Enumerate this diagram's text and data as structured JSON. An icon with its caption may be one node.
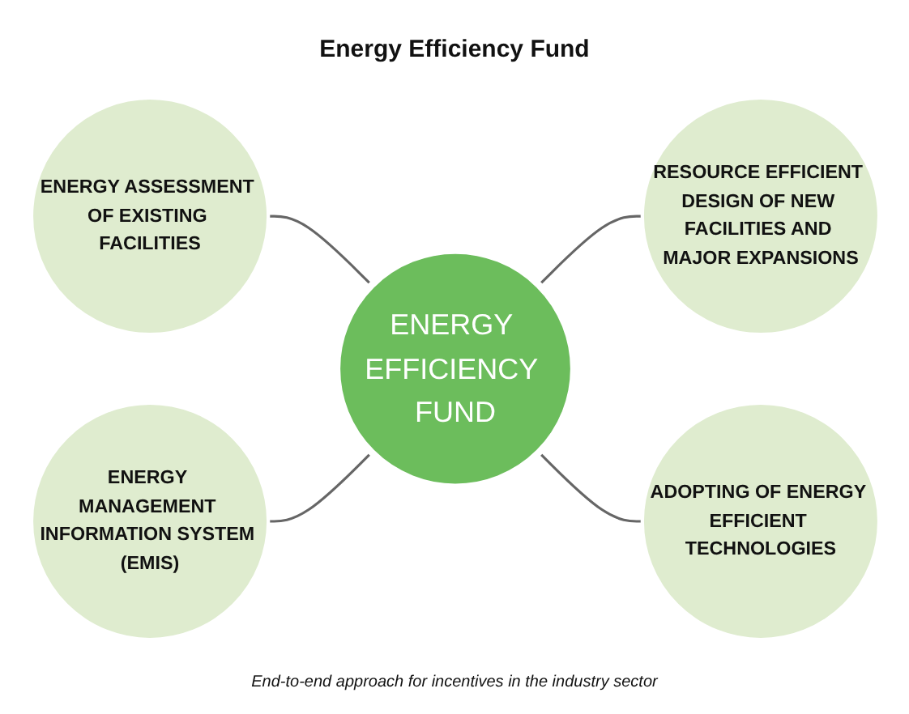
{
  "diagram": {
    "title": "Energy Efficiency Fund",
    "caption": "End-to-end approach for incentives in the industry sector",
    "nodes": [
      {
        "text": [
          "ENERGY ASSESSMENT OF EXISTING FACILITIES"
        ]
      },
      {
        "text": [
          "RESOURCE EFFICIENT DESIGN OF NEW FACILITIES AND MAJOR EXPANSIONS"
        ]
      },
      {
        "text": [
          "ENERGY EFFICIENCY FUND"
        ]
      },
      {
        "text": [
          "ENERGY MANAGEMENT INFORMATION SYSTEM (EMIS)"
        ]
      },
      {
        "text": [
          "ADOPTING OF ENERGY EFFICIENT TECHNOLOGIES"
        ]
      }
    ],
    "edges": [
      {
        "from": 0,
        "to": 2,
        "arrow": "none"
      },
      {
        "from": 2,
        "to": 1,
        "arrow": "none"
      },
      {
        "from": 3,
        "to": 2,
        "arrow": "none"
      },
      {
        "from": 2,
        "to": 4,
        "arrow": "none"
      }
    ]
  }
}
